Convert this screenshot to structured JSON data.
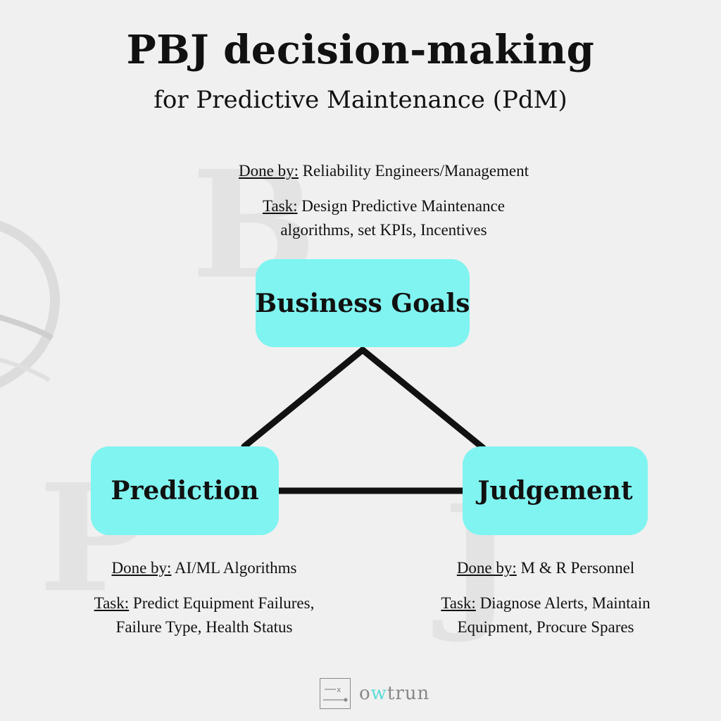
{
  "title": "PBJ decision-making",
  "subtitle": "for Predictive Maintenance (PdM)",
  "nodes": {
    "business": {
      "label": "Business Goals",
      "done_key": "Done by:",
      "done_value": " Reliability Engineers/Management",
      "task_key": "Task:",
      "task_line1": " Design Predictive Maintenance",
      "task_line2": "algorithms, set KPIs, Incentives",
      "watermark": "B"
    },
    "prediction": {
      "label": "Prediction",
      "done_key": "Done by:",
      "done_value": " AI/ML Algorithms",
      "task_key": "Task:",
      "task_line1": " Predict Equipment Failures,",
      "task_line2": "Failure Type, Health Status",
      "watermark": "P"
    },
    "judgement": {
      "label": "Judgement",
      "done_key": "Done by:",
      "done_value": " M & R Personnel",
      "task_key": "Task:",
      "task_line1": " Diagnose Alerts, Maintain",
      "task_line2": "Equipment, Procure Spares",
      "watermark": "J"
    }
  },
  "logo": {
    "text_prefix": "o",
    "text_accent": "w",
    "text_suffix": "trun",
    "mark_symbol": "x"
  },
  "colors": {
    "background": "#f0f0f0",
    "node_fill": "#80f4f0",
    "connector": "#111111",
    "logo_accent": "#5bdcd7"
  }
}
